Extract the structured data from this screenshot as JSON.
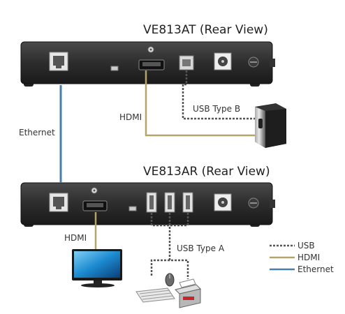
{
  "devices": {
    "transmitter_title": "VE813AT (Rear View)",
    "receiver_title": "VE813AR (Rear View)"
  },
  "connections": {
    "ethernet": "Ethernet",
    "hdmi_top": "HDMI",
    "usb_type_b": "USB Type B",
    "hdmi_bottom": "HDMI",
    "usb_type_a": "USB Type A"
  },
  "legend": {
    "usb": "USB",
    "hdmi": "HDMI",
    "ethernet": "Ethernet"
  },
  "colors": {
    "ethernet": "#4a7fab",
    "hdmi": "#b5a46a",
    "usb": "#555555",
    "device_body": "#2e2e2e"
  }
}
